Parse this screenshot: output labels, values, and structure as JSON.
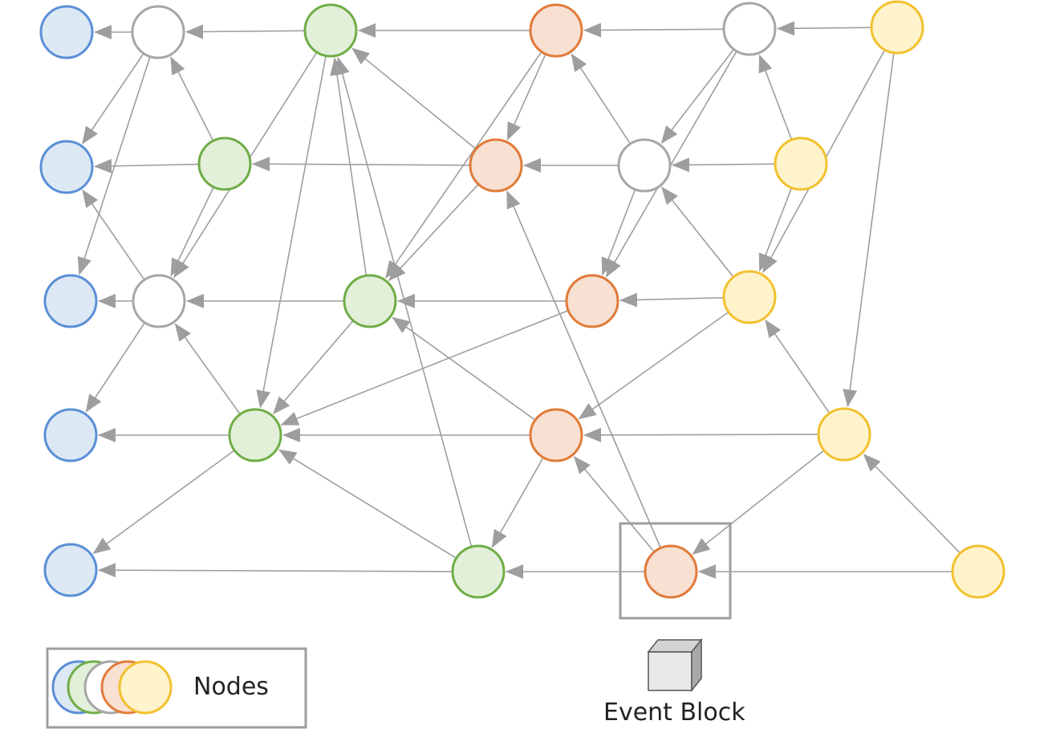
{
  "colors": {
    "edge": "#9e9e9e",
    "box": "#9e9e9e",
    "blue": {
      "fill": "#dde8f5",
      "stroke": "#5b8fd6"
    },
    "white": {
      "fill": "#ffffff",
      "stroke": "#a6a6a6"
    },
    "green": {
      "fill": "#e2f0d9",
      "stroke": "#70ad47"
    },
    "orange": {
      "fill": "#f8e0d2",
      "stroke": "#e07b39"
    },
    "yellow": {
      "fill": "#fff3cc",
      "stroke": "#f2c12e"
    }
  },
  "nodes": [
    {
      "id": "b1",
      "kind": "blue"
    },
    {
      "id": "b2",
      "kind": "blue"
    },
    {
      "id": "b3",
      "kind": "blue"
    },
    {
      "id": "b4",
      "kind": "blue"
    },
    {
      "id": "b5",
      "kind": "blue"
    },
    {
      "id": "w1",
      "kind": "white"
    },
    {
      "id": "w3",
      "kind": "white"
    },
    {
      "id": "w_top",
      "kind": "white"
    },
    {
      "id": "w_mid",
      "kind": "white"
    },
    {
      "id": "g1",
      "kind": "green"
    },
    {
      "id": "g2",
      "kind": "green"
    },
    {
      "id": "g3",
      "kind": "green"
    },
    {
      "id": "g4",
      "kind": "green"
    },
    {
      "id": "g5",
      "kind": "green"
    },
    {
      "id": "o1",
      "kind": "orange"
    },
    {
      "id": "o2",
      "kind": "orange"
    },
    {
      "id": "o3",
      "kind": "orange"
    },
    {
      "id": "o4",
      "kind": "orange"
    },
    {
      "id": "o5",
      "kind": "orange"
    },
    {
      "id": "y1",
      "kind": "yellow"
    },
    {
      "id": "y2",
      "kind": "yellow"
    },
    {
      "id": "y3",
      "kind": "yellow"
    },
    {
      "id": "y4",
      "kind": "yellow"
    },
    {
      "id": "y5",
      "kind": "yellow"
    }
  ],
  "edges": [
    [
      "w1",
      "b1"
    ],
    [
      "g1",
      "w1"
    ],
    [
      "o1",
      "g1"
    ],
    [
      "w_top",
      "o1"
    ],
    [
      "y1",
      "w_top"
    ],
    [
      "w1",
      "b2"
    ],
    [
      "w1",
      "b3"
    ],
    [
      "g2",
      "w1"
    ],
    [
      "g2",
      "b2"
    ],
    [
      "g2",
      "w3"
    ],
    [
      "o2",
      "g2"
    ],
    [
      "o2",
      "g1"
    ],
    [
      "o1",
      "o2"
    ],
    [
      "o1",
      "g3"
    ],
    [
      "w_mid",
      "o2"
    ],
    [
      "w_mid",
      "o1"
    ],
    [
      "w_top",
      "w_mid"
    ],
    [
      "y2",
      "w_mid"
    ],
    [
      "y2",
      "w_top"
    ],
    [
      "w_top",
      "o3"
    ],
    [
      "w_mid",
      "o3"
    ],
    [
      "y2",
      "y3"
    ],
    [
      "y1",
      "y3"
    ],
    [
      "y1",
      "y4"
    ],
    [
      "y3",
      "w_mid"
    ],
    [
      "o2",
      "g3"
    ],
    [
      "w3",
      "b3"
    ],
    [
      "w3",
      "b2"
    ],
    [
      "g1",
      "w3"
    ],
    [
      "g3",
      "w3"
    ],
    [
      "o3",
      "g3"
    ],
    [
      "y3",
      "o3"
    ],
    [
      "g3",
      "g1"
    ],
    [
      "g1",
      "g4"
    ],
    [
      "w3",
      "b4"
    ],
    [
      "g3",
      "g4"
    ],
    [
      "o3",
      "g4"
    ],
    [
      "g4",
      "w3"
    ],
    [
      "g4",
      "b4"
    ],
    [
      "g4",
      "b5"
    ],
    [
      "o4",
      "g4"
    ],
    [
      "o4",
      "g3"
    ],
    [
      "y3",
      "o4"
    ],
    [
      "y4",
      "o4"
    ],
    [
      "y4",
      "y3"
    ],
    [
      "y4",
      "o5"
    ],
    [
      "g5",
      "b5"
    ],
    [
      "g5",
      "g4"
    ],
    [
      "g5",
      "g1"
    ],
    [
      "o5",
      "g5"
    ],
    [
      "o4",
      "g5"
    ],
    [
      "o5",
      "o4"
    ],
    [
      "o5",
      "o2"
    ],
    [
      "y5",
      "o5"
    ],
    [
      "y5",
      "y4"
    ]
  ],
  "legend": {
    "label": "Nodes",
    "swatches": [
      "blue",
      "green",
      "white",
      "orange",
      "yellow"
    ]
  },
  "event_block": {
    "label": "Event Block",
    "icon": "cube-icon"
  }
}
